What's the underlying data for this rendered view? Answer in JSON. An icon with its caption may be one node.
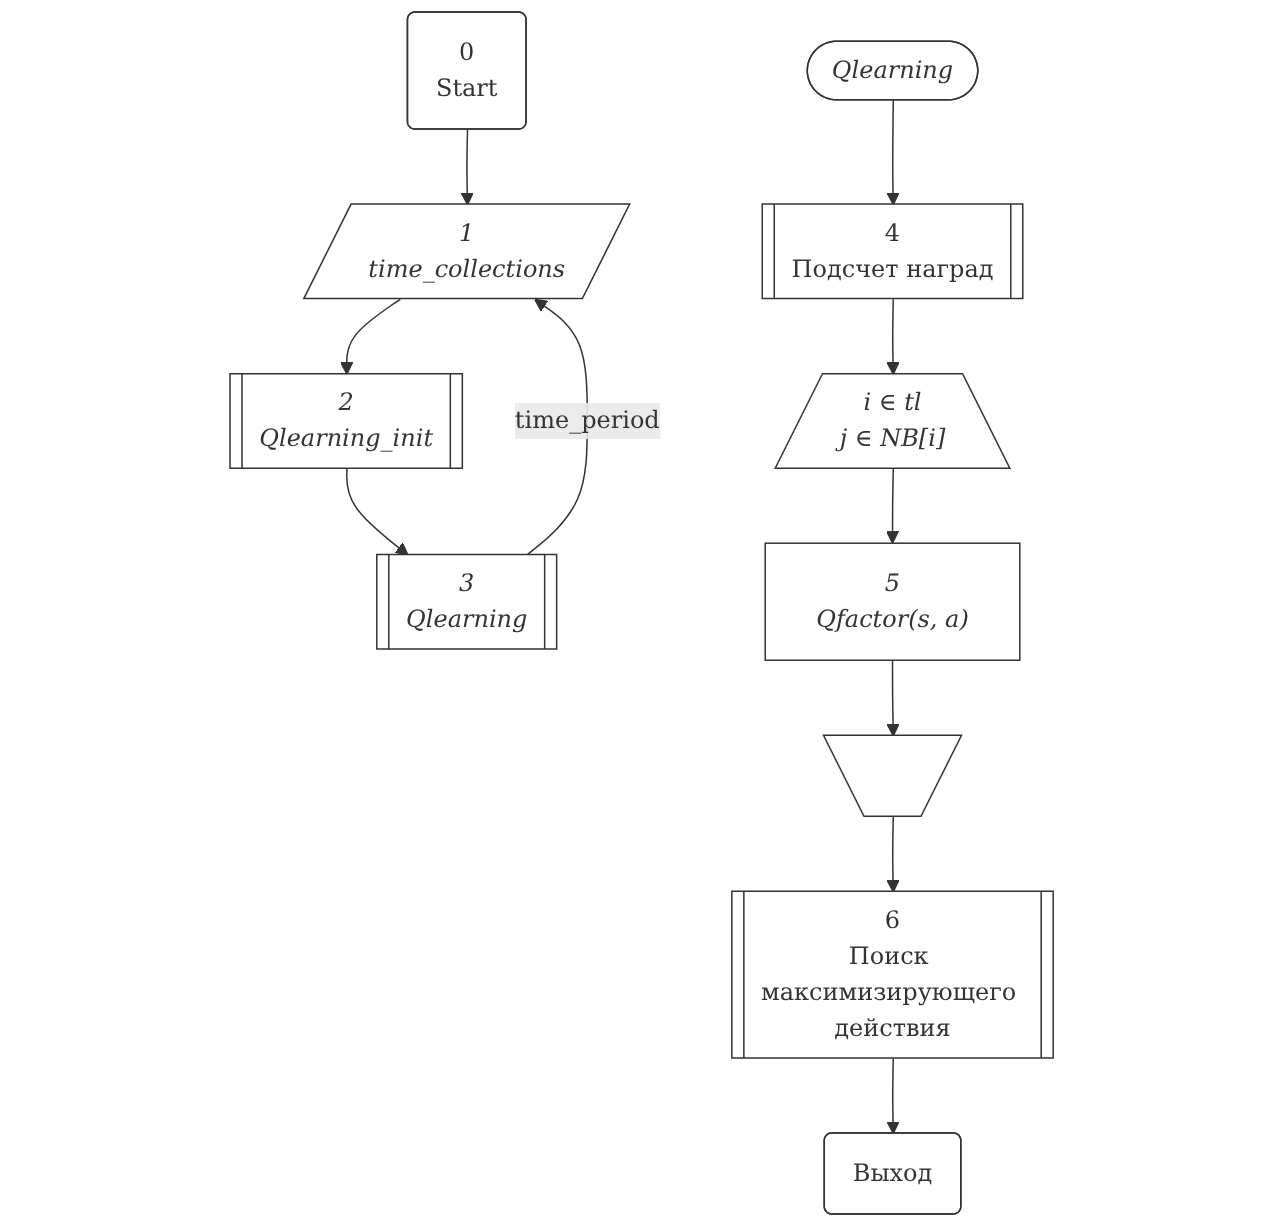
{
  "diagram": {
    "nodes": [
      {
        "text": [
          "0",
          "Start"
        ]
      },
      {
        "text": [
          "1",
          "time_collections"
        ]
      },
      {
        "text": [
          "2",
          "Qlearning_init"
        ]
      },
      {
        "text": [
          "3",
          "Qlearning"
        ]
      },
      {
        "text": [
          "Qlearning"
        ]
      },
      {
        "text": [
          "4",
          "Подсчет наград"
        ]
      },
      {
        "text": [
          "i ∈ tl",
          "j ∈ NB[i]"
        ]
      },
      {
        "text": [
          "5",
          "Qfactor(s, a)"
        ]
      },
      {
        "text": [],
        "shape": "trapezoid"
      },
      {
        "text": [
          "6",
          "Поиск максимизирующего действия"
        ]
      },
      {
        "text": [
          "Выход"
        ]
      }
    ],
    "edges": [
      {
        "from": 0,
        "to": 1,
        "arrow": "to"
      },
      {
        "from": 1,
        "to": 2,
        "arrow": "to"
      },
      {
        "from": 2,
        "to": 3,
        "arrow": "to"
      },
      {
        "from": 3,
        "to": 1,
        "arrow": "to",
        "label": "time_period"
      },
      {
        "from": 4,
        "to": 5,
        "arrow": "to"
      },
      {
        "from": 5,
        "to": 6,
        "arrow": "to"
      },
      {
        "from": 6,
        "to": 7,
        "arrow": "to"
      },
      {
        "from": 7,
        "to": 8,
        "arrow": "to"
      },
      {
        "from": 8,
        "to": 9,
        "arrow": "to"
      },
      {
        "from": 9,
        "to": 10,
        "arrow": "to"
      }
    ]
  }
}
